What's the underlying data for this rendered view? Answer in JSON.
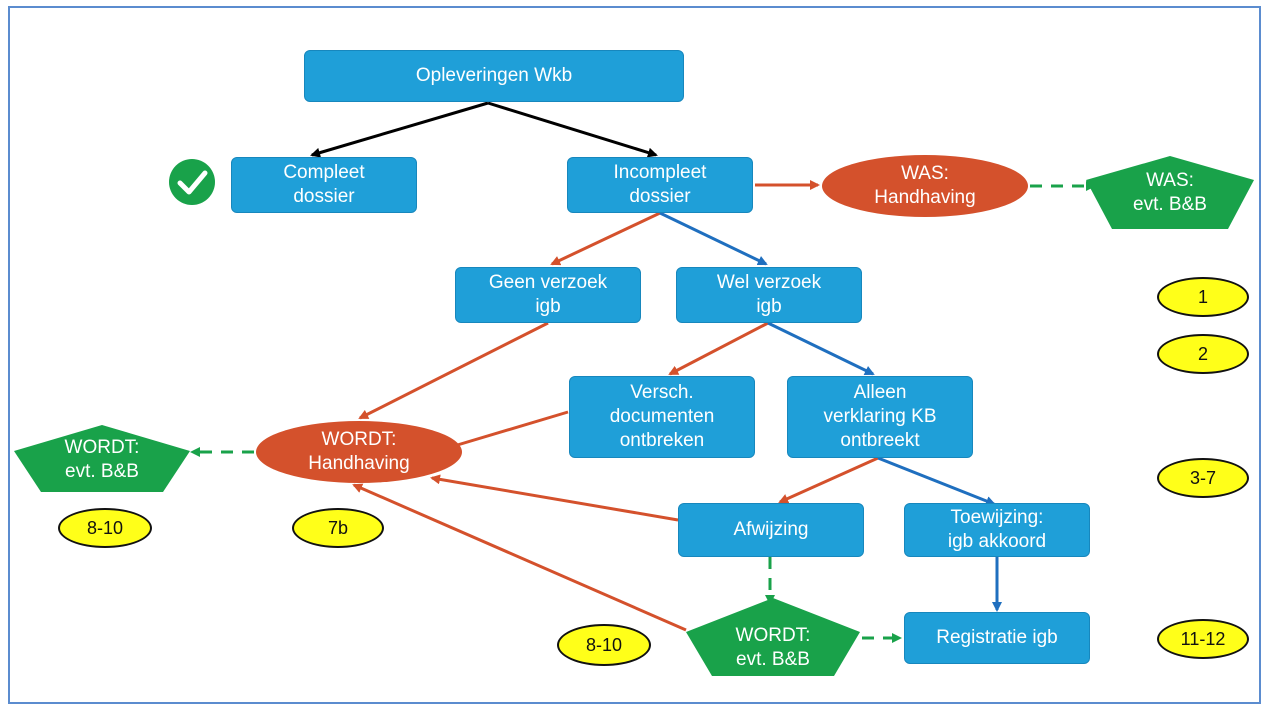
{
  "nodes": {
    "root": "Opleveringen Wkb",
    "compleet": "Compleet\ndossier",
    "incompleet": "Incompleet\ndossier",
    "was_handhaving": "WAS:\nHandhaving",
    "was_bb": "WAS:\nevt. B&B",
    "geen_verzoek": "Geen verzoek\nigb",
    "wel_verzoek": "Wel verzoek\nigb",
    "versch_documenten": "Versch.\ndocumenten\nontbreken",
    "alleen_verklaring": "Alleen\nverklaring KB\nontbreekt",
    "wordt_handhaving": "WORDT:\nHandhaving",
    "wordt_bb_left": "WORDT:\nevt. B&B",
    "afwijzing": "Afwijzing",
    "toewijzing": "Toewijzing:\nigb akkoord",
    "wordt_bb_bottom": "WORDT:\nevt. B&B",
    "registratie": "Registratie igb"
  },
  "badges": {
    "b1": "1",
    "b2": "2",
    "b3_7": "3-7",
    "b8_10_left": "8-10",
    "b7b": "7b",
    "b8_10_bottom": "8-10",
    "b11_12": "11-12"
  },
  "icons": {
    "complete": "check-circle-icon"
  },
  "colors": {
    "box_blue": "#1f9fd8",
    "red": "#d4512c",
    "green": "#19a24a",
    "black": "#000000",
    "blue_arrow": "#1f6fbf",
    "badge_yellow": "#ffff19"
  }
}
